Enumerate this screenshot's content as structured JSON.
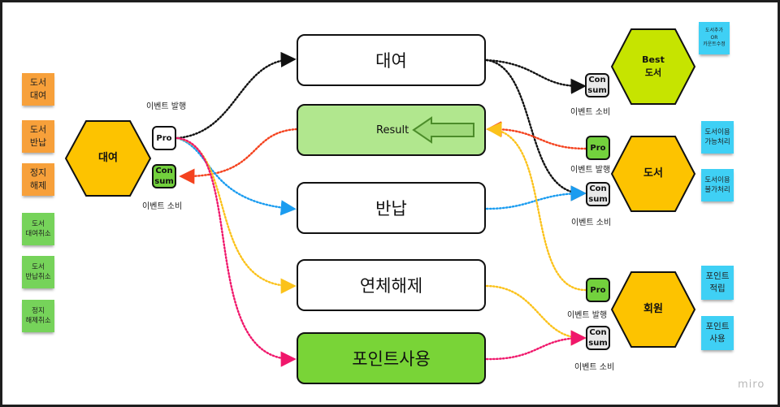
{
  "board": {
    "watermark": "miro",
    "left_stickies": [
      {
        "label": "도서\n대여",
        "color": "#f7a03a"
      },
      {
        "label": "도서\n반납",
        "color": "#f7a03a"
      },
      {
        "label": "정지\n해제",
        "color": "#f7a03a"
      },
      {
        "label": "도서\n대여취소",
        "color": "#76d35a"
      },
      {
        "label": "도서\n반납취소",
        "color": "#76d35a"
      },
      {
        "label": "정지\n해제취소",
        "color": "#76d35a"
      }
    ],
    "right_stickies": [
      {
        "label": "도서추가\nOR\n카운트수정",
        "color": "#3fd0f5"
      },
      {
        "label": "도서이용\n가능처리",
        "color": "#3fd0f5"
      },
      {
        "label": "도서이용\n불가처리",
        "color": "#3fd0f5"
      },
      {
        "label": "포인트\n적립",
        "color": "#3fd0f5"
      },
      {
        "label": "포인트\n사용",
        "color": "#3fd0f5"
      }
    ],
    "hexagons": [
      {
        "label": "대여",
        "color": "#fdc300"
      },
      {
        "label": "Best\n도서",
        "color": "#c6e400"
      },
      {
        "label": "도서",
        "color": "#fdc300"
      },
      {
        "label": "회원",
        "color": "#fdc300"
      }
    ],
    "processes": [
      {
        "label": "대여",
        "color": "#ffffff"
      },
      {
        "label": "Result",
        "color": "#b1e78e"
      },
      {
        "label": "반납",
        "color": "#ffffff"
      },
      {
        "label": "연체해제",
        "color": "#ffffff"
      },
      {
        "label": "포인트사용",
        "color": "#79d437"
      }
    ],
    "event_boxes": {
      "rental_pro": "Pro",
      "rental_consume": "Con\nsum",
      "best_consume": "Con\nsum",
      "book_pro": "Pro",
      "book_consume": "Con\nsum",
      "member_pro": "Pro",
      "member_consume": "Con\nsum"
    },
    "captions": {
      "publish": "이벤트 발행",
      "consume": "이벤트 소비"
    },
    "arrow_colors": {
      "black": "#111111",
      "red": "#f4421e",
      "blue": "#1a9cf0",
      "yellow": "#fbc21b",
      "pink": "#f0176b"
    }
  }
}
